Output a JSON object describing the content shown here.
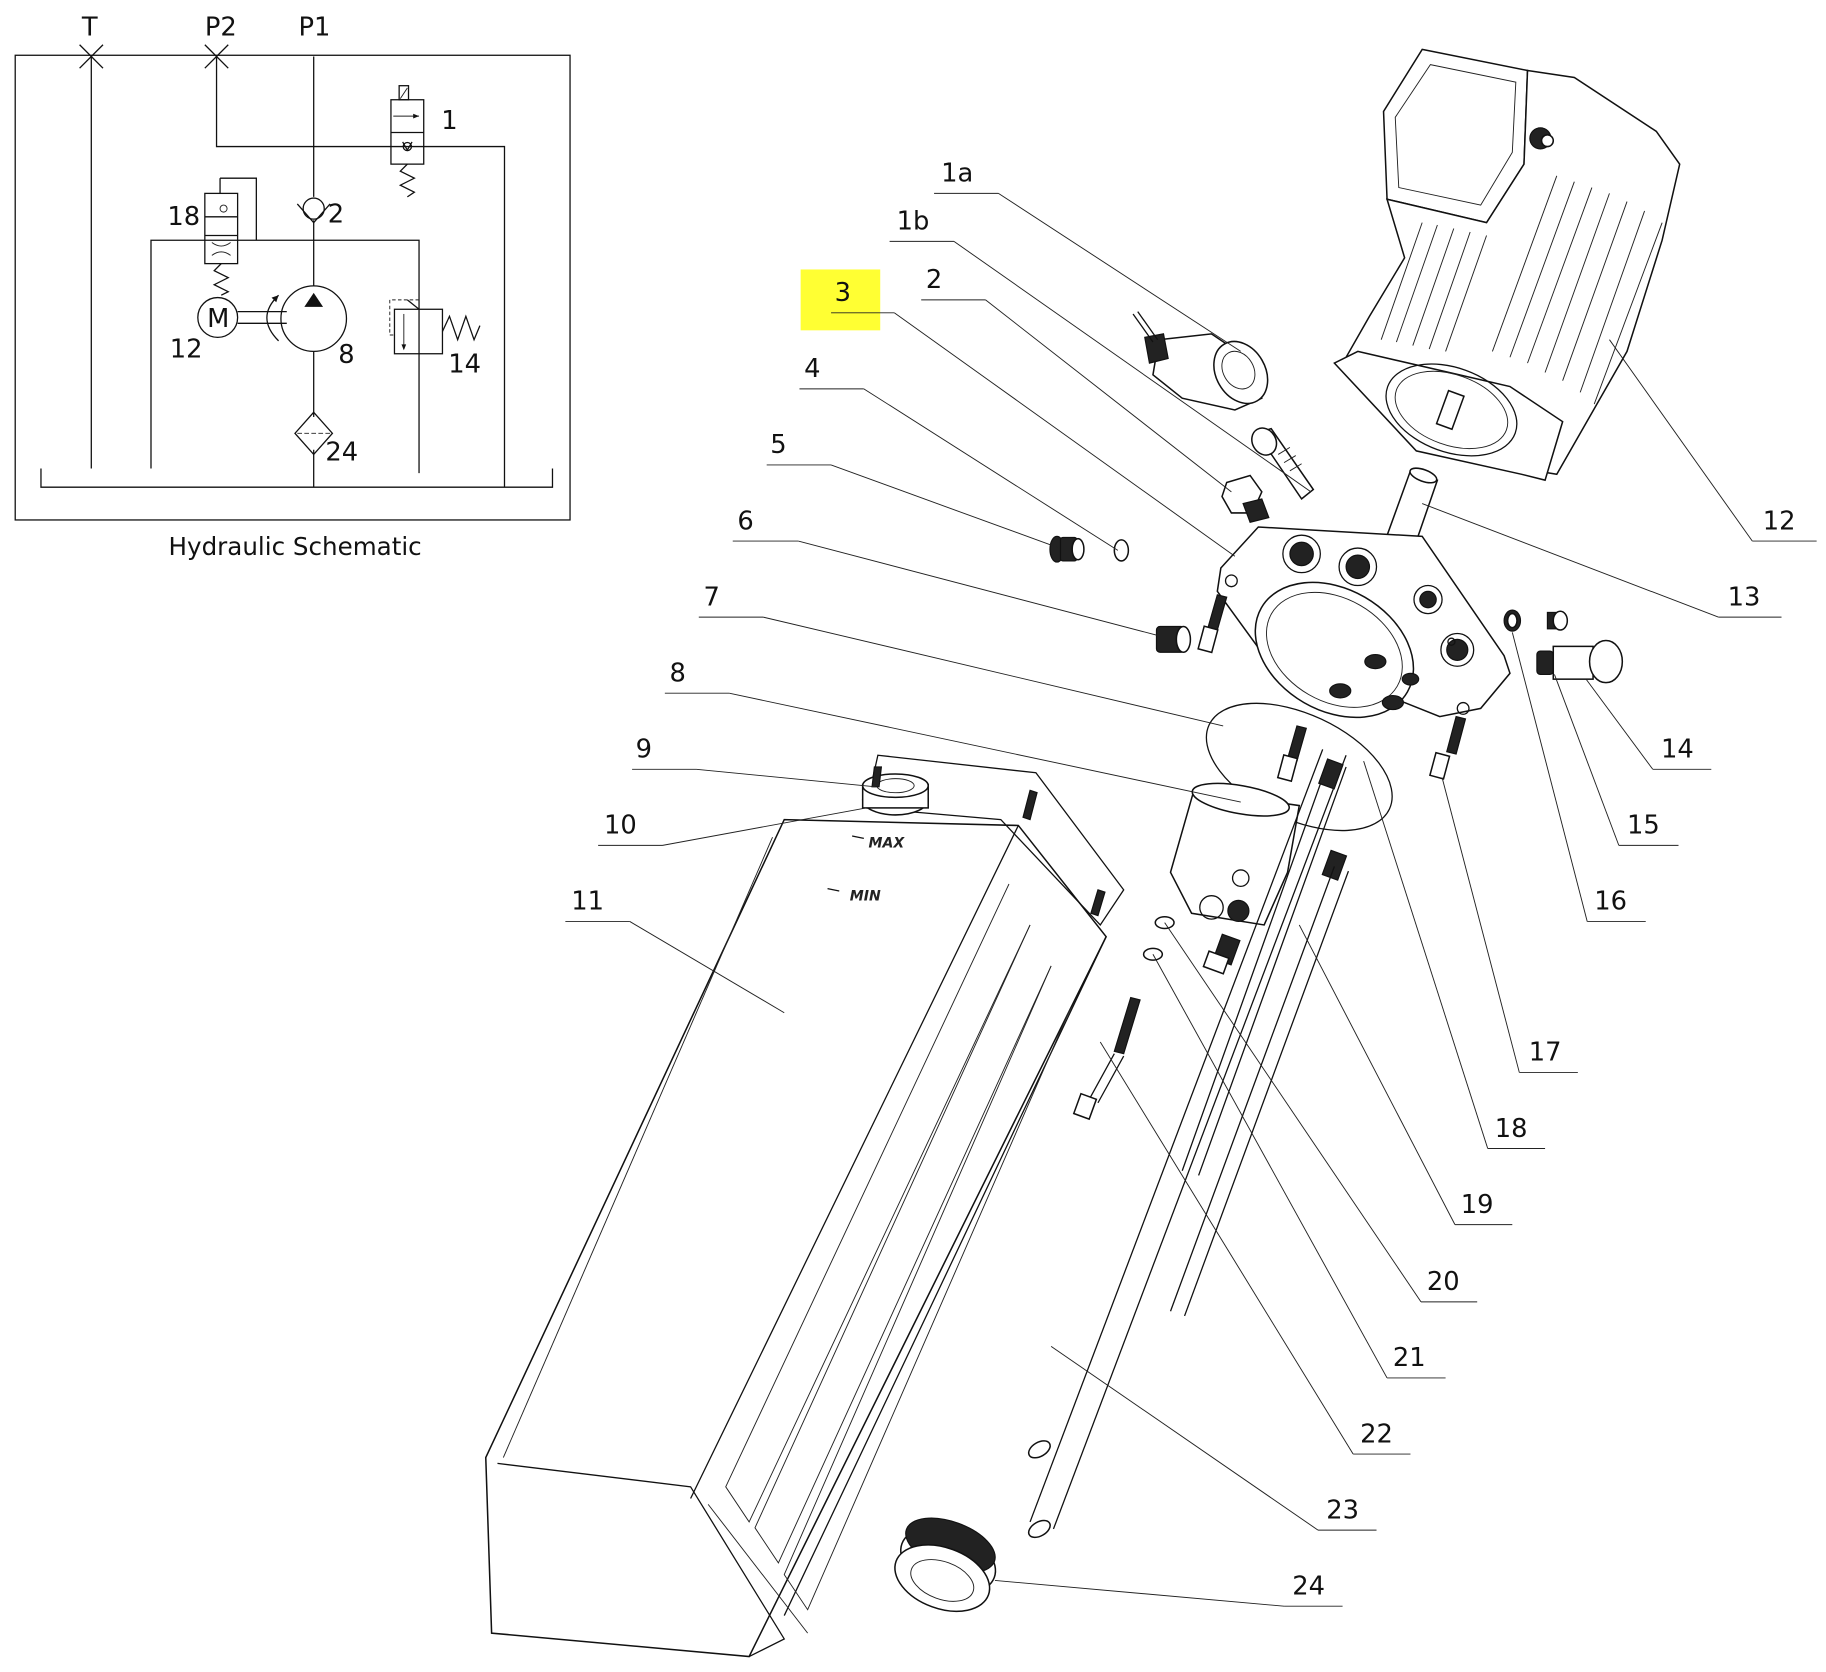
{
  "schematic": {
    "title": "Hydraulic Schematic",
    "ports": [
      "T",
      "P2",
      "P1"
    ],
    "component_labels": {
      "solenoid_valve": "1",
      "check_valve": "2",
      "cartridge_valve": "18",
      "motor": "12",
      "motor_symbol": "M",
      "pump": "8",
      "relief_valve": "14",
      "filter": "24"
    }
  },
  "exploded_view": {
    "callouts": [
      {
        "id": "1a",
        "label": "1a"
      },
      {
        "id": "1b",
        "label": "1b"
      },
      {
        "id": "2",
        "label": "2"
      },
      {
        "id": "3",
        "label": "3",
        "highlighted": true
      },
      {
        "id": "4",
        "label": "4"
      },
      {
        "id": "5",
        "label": "5"
      },
      {
        "id": "6",
        "label": "6"
      },
      {
        "id": "7",
        "label": "7"
      },
      {
        "id": "8",
        "label": "8"
      },
      {
        "id": "9",
        "label": "9"
      },
      {
        "id": "10",
        "label": "10"
      },
      {
        "id": "11",
        "label": "11"
      },
      {
        "id": "12",
        "label": "12"
      },
      {
        "id": "13",
        "label": "13"
      },
      {
        "id": "14",
        "label": "14"
      },
      {
        "id": "15",
        "label": "15"
      },
      {
        "id": "16",
        "label": "16"
      },
      {
        "id": "17",
        "label": "17"
      },
      {
        "id": "18",
        "label": "18"
      },
      {
        "id": "19",
        "label": "19"
      },
      {
        "id": "20",
        "label": "20"
      },
      {
        "id": "21",
        "label": "21"
      },
      {
        "id": "22",
        "label": "22"
      },
      {
        "id": "23",
        "label": "23"
      },
      {
        "id": "24",
        "label": "24"
      }
    ],
    "reservoir_marks": {
      "max": "MAX",
      "min": "MIN"
    },
    "highlight_color": "#ffff33"
  }
}
